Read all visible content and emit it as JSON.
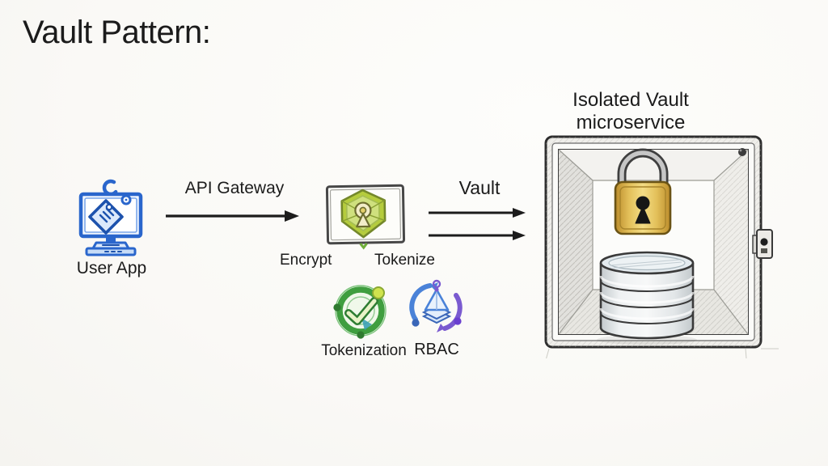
{
  "title": "Vault Pattern:",
  "flow": {
    "user_app": {
      "label": "User App",
      "icon": "monitor-app-icon"
    },
    "api_gateway": {
      "label": "API Gateway",
      "icon": "arrow-right-icon"
    },
    "gateway_screen": {
      "icon": "shield-keyhole-icon",
      "encrypt_label": "Encrypt",
      "tokenize_label": "Tokenize"
    },
    "vault_link": {
      "label": "Vault",
      "icon": "double-arrow-right-icon"
    },
    "vault_service": {
      "title_line1": "Isolated Vault",
      "title_line2": "microservice",
      "icons": [
        "padlock-icon",
        "database-icon",
        "vault-cabinet-icon"
      ]
    },
    "capabilities": {
      "tokenization_label": "Tokenization",
      "tokenization_icon": "token-check-icon",
      "rbac_label": "RBAC",
      "rbac_icon": "rbac-cycle-icon"
    }
  },
  "colors": {
    "background": "#faf9f6",
    "ink": "#1b1b1b",
    "sketch_blue": "#2a66cc",
    "shield_green": "#b5cc3d",
    "keyhole_cream": "#f3edc9",
    "lock_gold": "#e0b445",
    "token_green": "#3f9e3f",
    "rbac_blue": "#4a82d8",
    "rbac_purple": "#7a5ad0"
  }
}
